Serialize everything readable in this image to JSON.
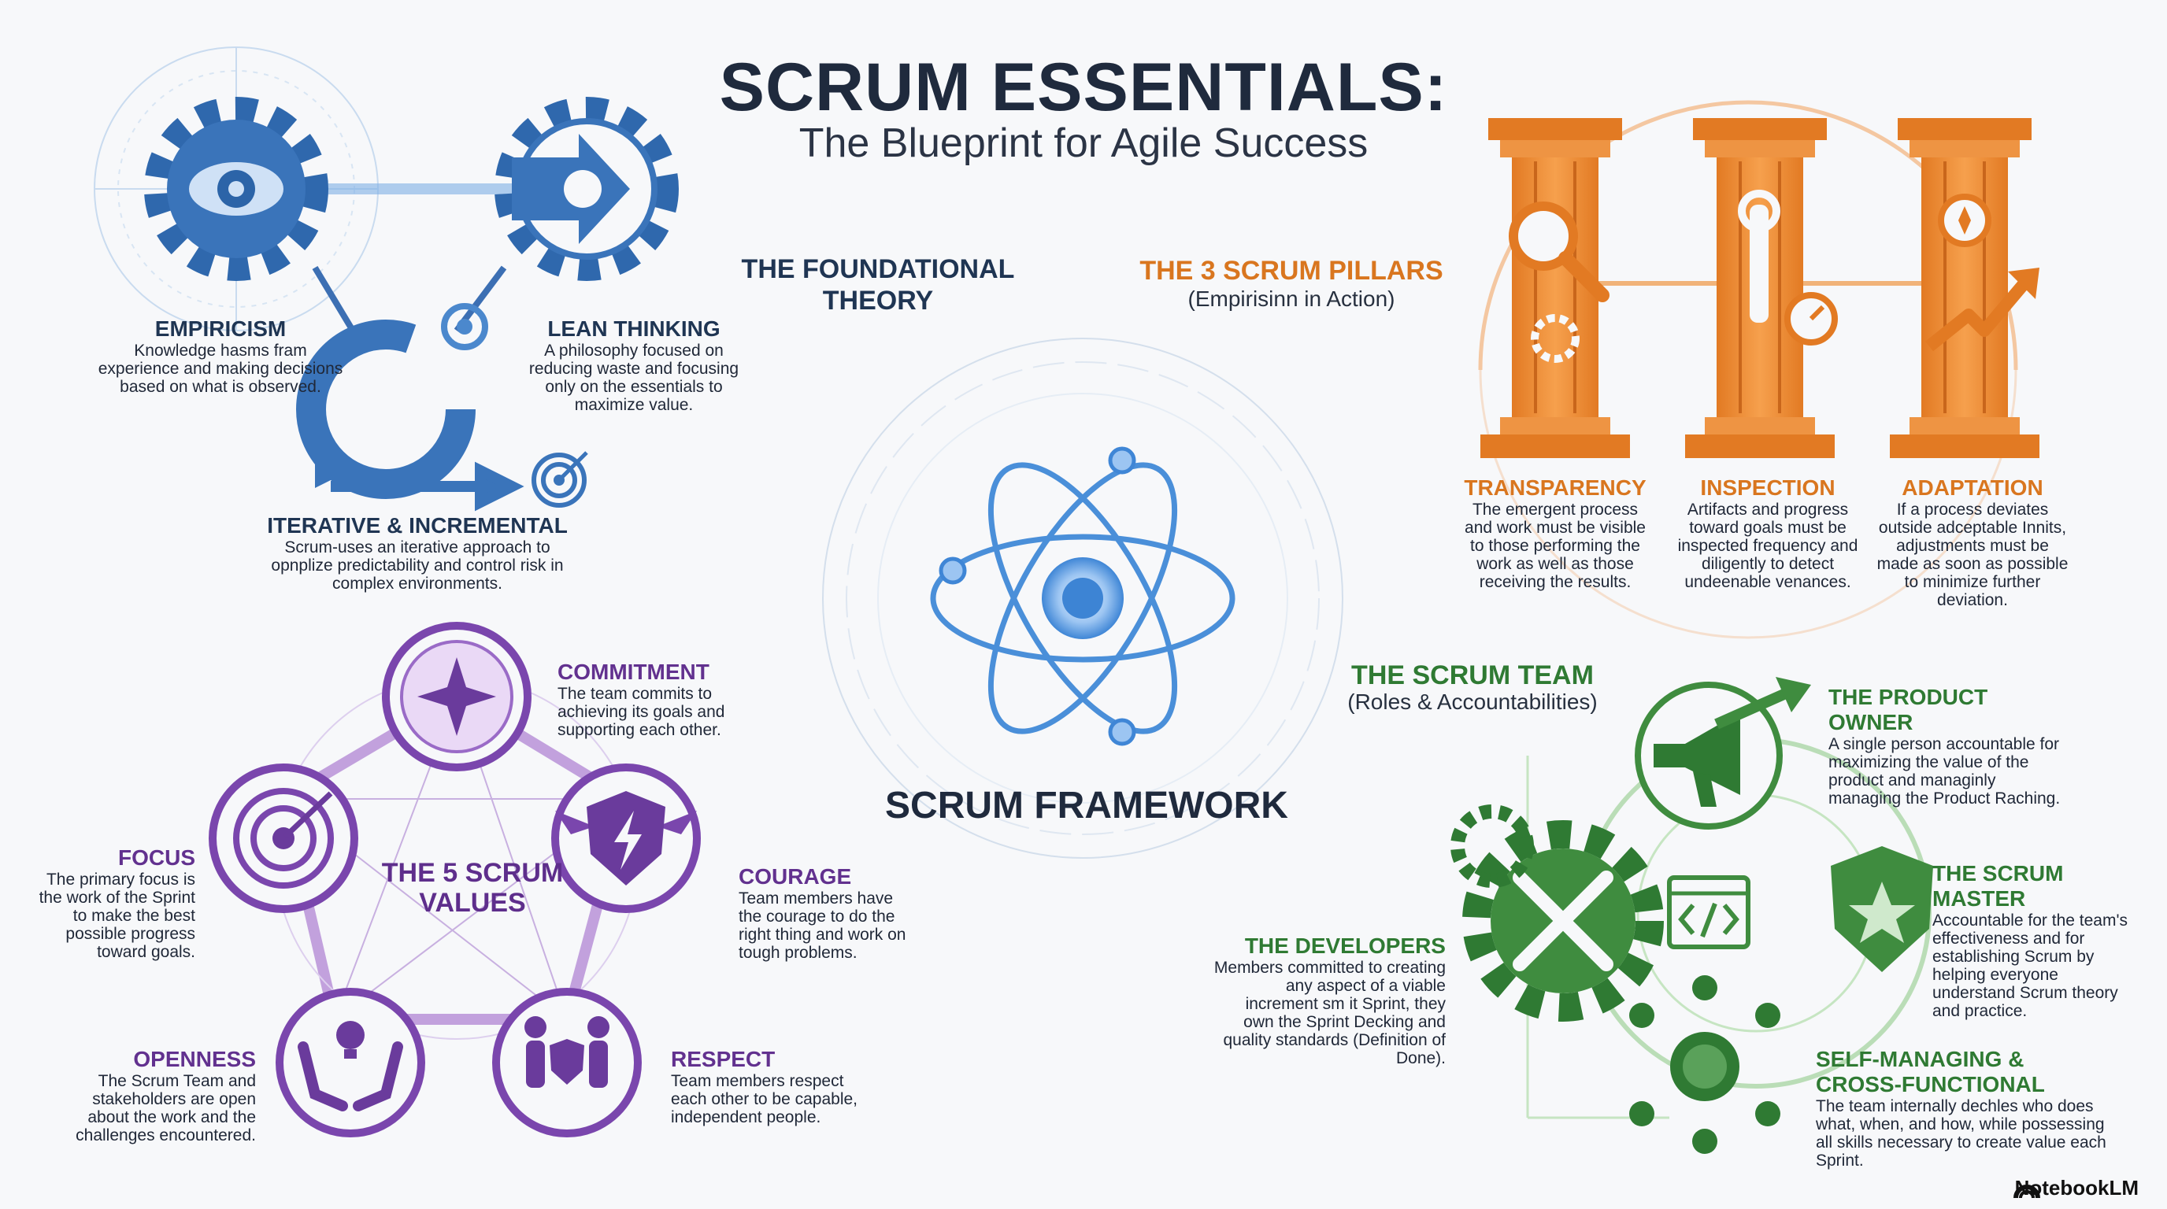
{
  "header": {
    "title": "SCRUM ESSENTIALS:",
    "subtitle": "The Blueprint for Agile Success"
  },
  "foundational_theory": {
    "heading": "THE FOUNDATIONAL THEORY",
    "items": [
      {
        "title": "EMPIRICISM",
        "text": "Knowledge hasms fram experience and making decisions based on what is observed."
      },
      {
        "title": "LEAN THINKING",
        "text": "A philosophy focused on reducing waste and focusing only on the essentials to maximize value."
      },
      {
        "title": "ITERATIVE & INCREMENTAL",
        "text": "Scrum-uses an iterative approach to opnplize predictability and control risk in complex environments."
      }
    ]
  },
  "pillars": {
    "heading": "THE 3 SCRUM PILLARS",
    "subheading": "(Empirisinn in Action)",
    "items": [
      {
        "title": "TRANSPARENCY",
        "text": "The emergent process and work must be visible to those performing the work as well as those receiving the results."
      },
      {
        "title": "INSPECTION",
        "text": "Artifacts and progress toward goals must be inspected frequency and diligently to detect undeenable venances."
      },
      {
        "title": "ADAPTATION",
        "text": "If a process deviates outside adceptable Innits, adjustments must be made as soon as possible to minimize further deviation."
      }
    ]
  },
  "framework": {
    "label": "SCRUM FRAMEWORK"
  },
  "values": {
    "center_label": "THE 5 SCRUM VALUES",
    "items": [
      {
        "title": "COMMITMENT",
        "text": "The team commits to achieving its goals and supporting each other."
      },
      {
        "title": "COURAGE",
        "text": "Team members have the courage to do the right thing and work on tough problems."
      },
      {
        "title": "RESPECT",
        "text": "Team members respect each other to be capable, independent people."
      },
      {
        "title": "OPENNESS",
        "text": "The Scrum Team and stakeholders are open about the work and the challenges encountered."
      },
      {
        "title": "FOCUS",
        "text": "The primary focus is the work of the Sprint to make the best possible progress toward goals."
      }
    ]
  },
  "team": {
    "heading": "THE SCRUM TEAM",
    "subheading": "(Roles & Accountabilities)",
    "roles": [
      {
        "title": "THE PRODUCT OWNER",
        "text": "A single person accountable for maximizing the value of the product and managinly managing the Product Raching."
      },
      {
        "title": "THE SCRUM MASTER",
        "text": "Accountable for the team's effectiveness and for establishing Scrum by helping everyone understand Scrum theory and practice."
      },
      {
        "title": "THE DEVELOPERS",
        "text": "Members committed to creating any aspect of a viable increment sm it Sprint, they own the Sprint Decking and quality standards (Definition of Done)."
      },
      {
        "title": "SELF-MANAGING & CROSS-FUNCTIONAL",
        "text": "The team internally dechles who does what, when, and how, while possessing all skills necessary to create value each Sprint."
      }
    ]
  },
  "brand": {
    "name": "NotebookLM",
    "icon": "notebooklm-logo-icon"
  },
  "colors": {
    "blue": "#3a78c2",
    "orange": "#e58a33",
    "purple": "#7a46ad",
    "green": "#3f8c3f",
    "navy": "#1f2a3d"
  }
}
